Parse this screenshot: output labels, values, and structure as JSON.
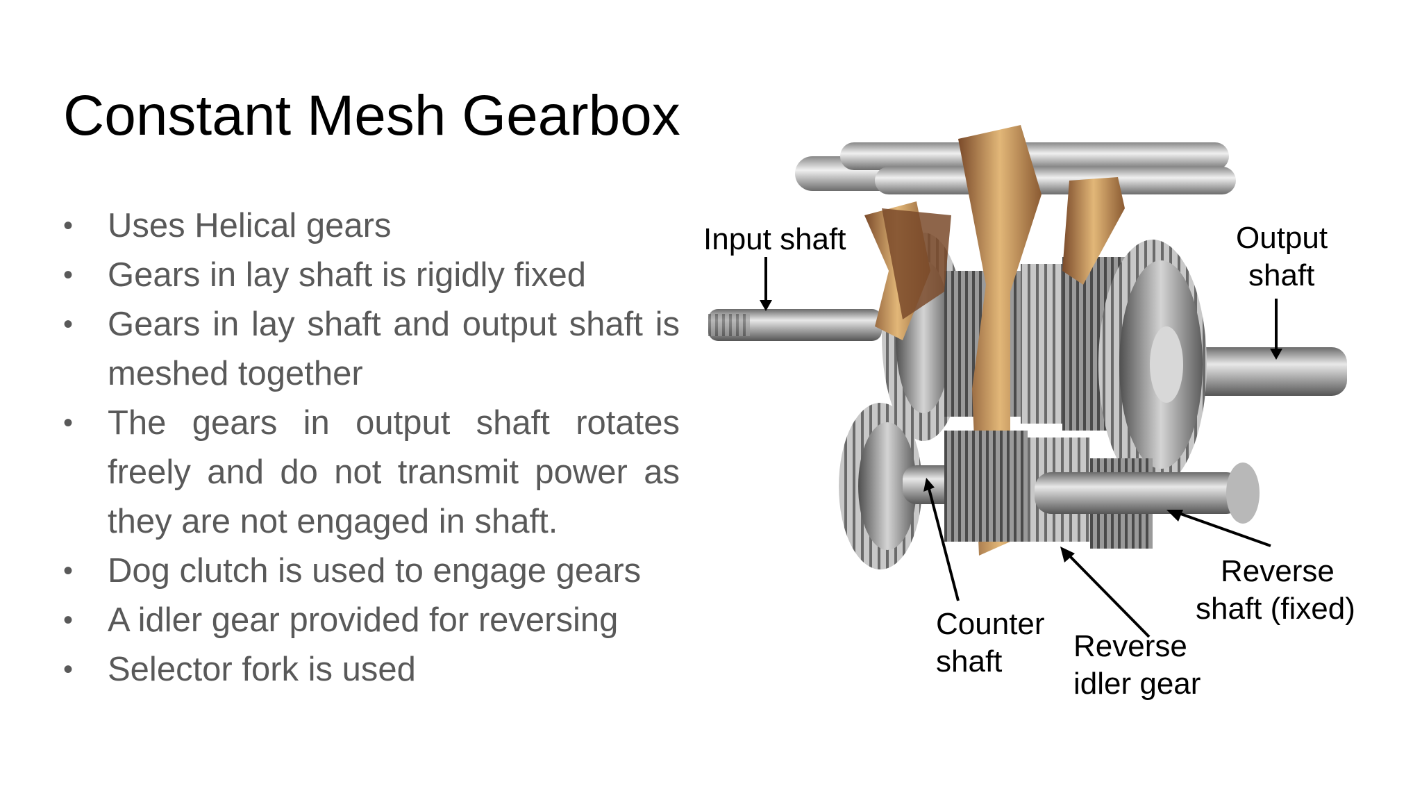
{
  "slide": {
    "title": "Constant Mesh Gearbox",
    "bullets": [
      "Uses Helical gears",
      "Gears in lay shaft is rigidly fixed",
      "Gears in lay shaft and output shaft is meshed together",
      "The gears in output shaft rotates freely and do not transmit power as they are not engaged in shaft.",
      "Dog clutch is used to engage gears",
      "A idler gear provided for reversing",
      "Selector fork is used"
    ],
    "bullet_symbol": "•"
  },
  "figure": {
    "labels": {
      "input_shaft": "Input shaft",
      "output_shaft_1": "Output",
      "output_shaft_2": "shaft",
      "counter_shaft_1": "Counter",
      "counter_shaft_2": "shaft",
      "reverse_idler_1": "Reverse",
      "reverse_idler_2": "idler gear",
      "reverse_shaft_1": "Reverse",
      "reverse_shaft_2": "shaft (fixed)"
    },
    "colors": {
      "steel": "#9a9a9a",
      "steel_light": "#d9d9d9",
      "steel_dark": "#5a5a5a",
      "bronze": "#b8864a",
      "bronze_dark": "#7a4a2a"
    }
  }
}
